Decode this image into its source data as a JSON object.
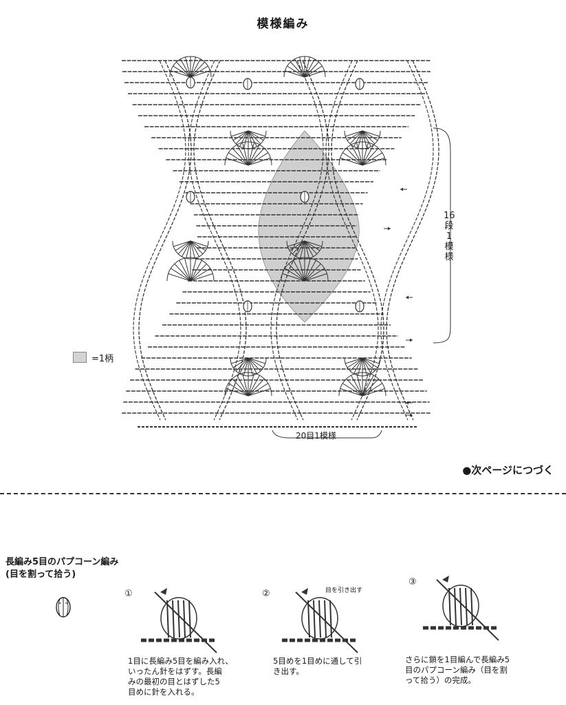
{
  "title": "模様編み",
  "legend": {
    "label": "=1柄",
    "swatch_color": "#d4d4d4"
  },
  "annotations": {
    "rows_repeat": [
      "16",
      "段",
      "1",
      "模",
      "様"
    ],
    "stitches_repeat": "20目1模様"
  },
  "continued_note": "●次ページにつづく",
  "technique": {
    "title_line1": "長編み5目のパプコーン編み",
    "title_line2": "(目を割って拾う)",
    "steps": [
      {
        "num": "①",
        "text": "1目に長編み5目を編み入れ、\nいったん針をはずす。長編\nみの最初の目とはずした5\n目めに針を入れる。"
      },
      {
        "num": "②",
        "text": "5目めを1目めに通して引\nき出す。",
        "callout": "目を引き出す"
      },
      {
        "num": "③",
        "text": "さらに鎖を1目編んで長編み5\n目のパプコーン編み（目を割\nって拾う）の完成。"
      }
    ]
  },
  "colors": {
    "ink": "#333333",
    "shade": "#cfcfcf"
  },
  "icons": [
    "popcorn-stitch-symbol",
    "arrow-left-icon",
    "arrow-right-icon"
  ]
}
